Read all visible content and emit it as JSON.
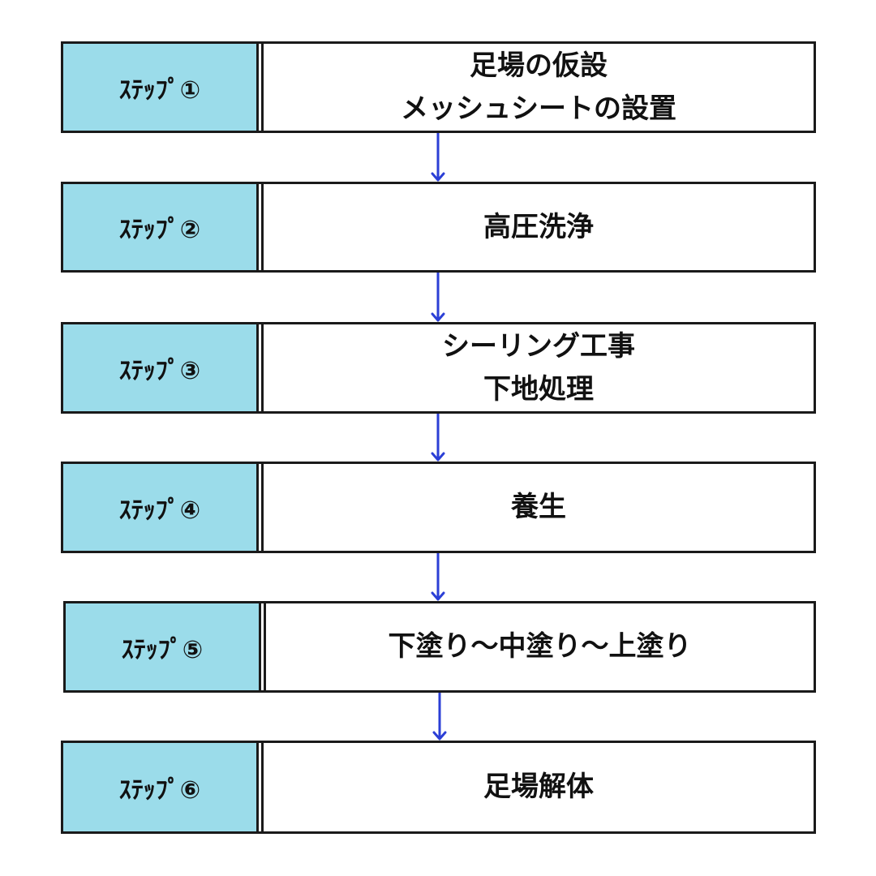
{
  "flow": {
    "steps": [
      {
        "label": "ｽﾃｯﾌﾟ①",
        "lines": [
          "足場の仮設",
          "メッシュシートの設置"
        ]
      },
      {
        "label": "ｽﾃｯﾌﾟ②",
        "lines": [
          "高圧洗浄"
        ]
      },
      {
        "label": "ｽﾃｯﾌﾟ③",
        "lines": [
          "シーリング工事",
          "下地処理"
        ]
      },
      {
        "label": "ｽﾃｯﾌﾟ④",
        "lines": [
          "養生"
        ]
      },
      {
        "label": "ｽﾃｯﾌﾟ⑤",
        "lines": [
          "下塗り～中塗り～上塗り"
        ]
      },
      {
        "label": "ｽﾃｯﾌﾟ⑥",
        "lines": [
          "足場解体"
        ]
      }
    ]
  },
  "colors": {
    "label_bg": "#9bdcea",
    "border": "#1a1a1a",
    "arrow": "#2b3fd6"
  }
}
